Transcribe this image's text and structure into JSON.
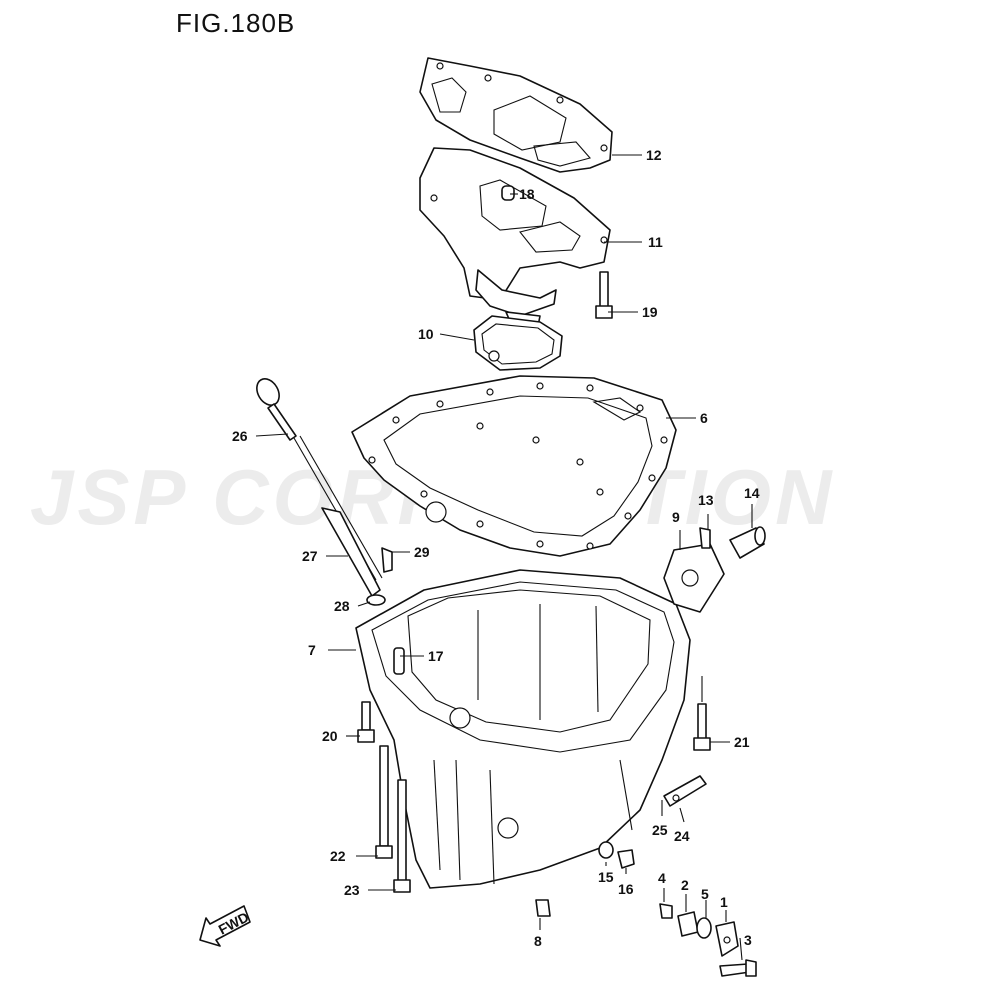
{
  "title": "FIG.180B",
  "watermark": "JSP CORPORATION",
  "fwd_label": "FWD",
  "callouts": [
    "1",
    "2",
    "3",
    "4",
    "5",
    "6",
    "7",
    "8",
    "9",
    "10",
    "11",
    "12",
    "13",
    "14",
    "15",
    "16",
    "17",
    "18",
    "19",
    "20",
    "21",
    "22",
    "23",
    "24",
    "25",
    "26",
    "27",
    "28",
    "29"
  ]
}
